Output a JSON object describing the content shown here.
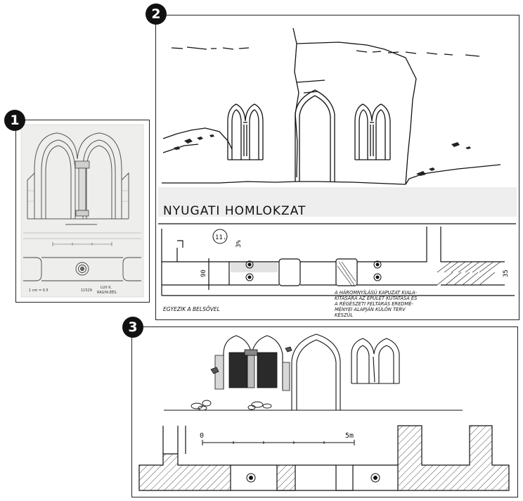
{
  "panels": [
    {
      "badge": "1",
      "stamp_line1": "LUX K.",
      "stamp_line2": "RAGYA.ÉÉS.",
      "inventory_no": "11529",
      "scale_note": "1 cm = 0.5"
    },
    {
      "badge": "2",
      "heading": "NYUGATI HOMLOKZAT",
      "marker": "11.",
      "dim_90": "90",
      "dim_35": "35",
      "slope": "3%",
      "note_left": "EGYEZIK A BELSŐVEL",
      "note_right": [
        "A HÁROMNYÍLÁSÚ KAPUZAT KIALA-",
        "KÍTÁSÁRA AZ ÉPÜLET KUTATÁSA ÉS",
        "A RÉGÉSZETI FELTÁRÁS EREDMÉ-",
        "MÉNYEI ALAPJÁN KÜLÖN TERV",
        "KÉSZÜL"
      ]
    },
    {
      "badge": "3",
      "scale_start": "0",
      "scale_end": "5m"
    }
  ]
}
